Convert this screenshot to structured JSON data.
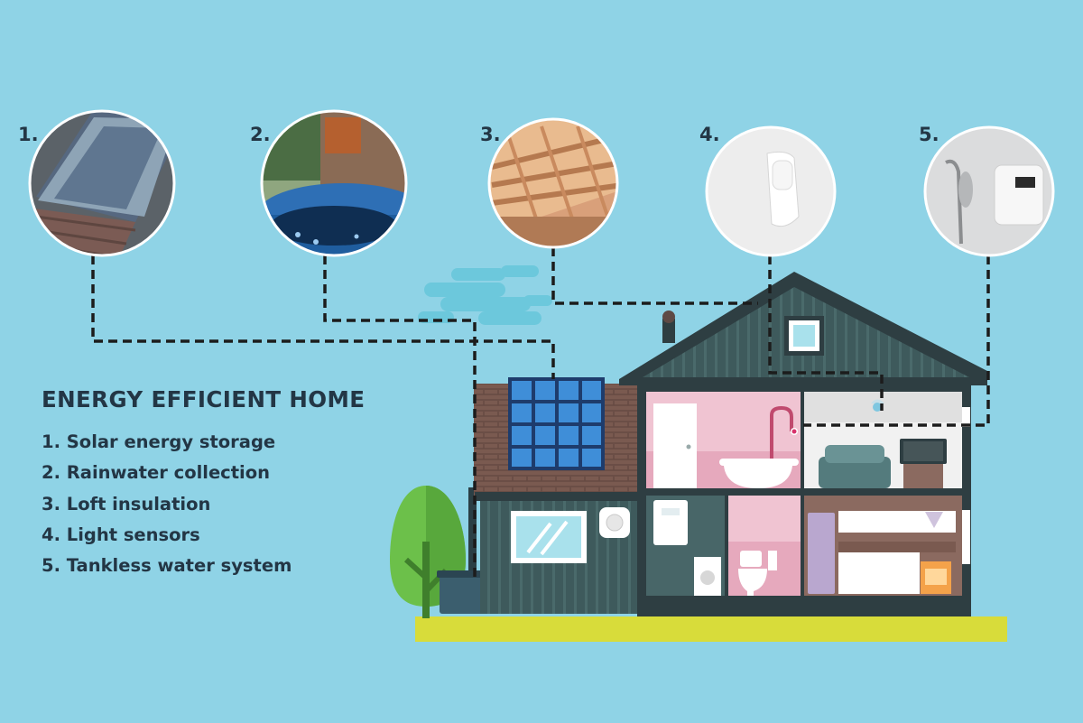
{
  "numbers": [
    "1.",
    "2.",
    "3.",
    "4.",
    "5."
  ],
  "legend": {
    "title": "ENERGY EFFICIENT HOME",
    "items": [
      "1.  Solar energy storage",
      "2. Rainwater collection",
      "3. Loft insulation",
      "4. Light sensors",
      "5. Tankless water system"
    ]
  },
  "photos": [
    "solar-panel-photo",
    "rainwater-barrel-photo",
    "loft-insulation-photo",
    "light-sensor-photo",
    "tankless-water-heater-photo"
  ],
  "colors": {
    "background": "#8fd3e6",
    "text": "#233645",
    "house_wall": "#3e5a5c",
    "roof_tile": "#7a5a50",
    "pink_room": "#f0c4d2",
    "ground": "#d8dc3a",
    "tree": "#6cc04a"
  }
}
